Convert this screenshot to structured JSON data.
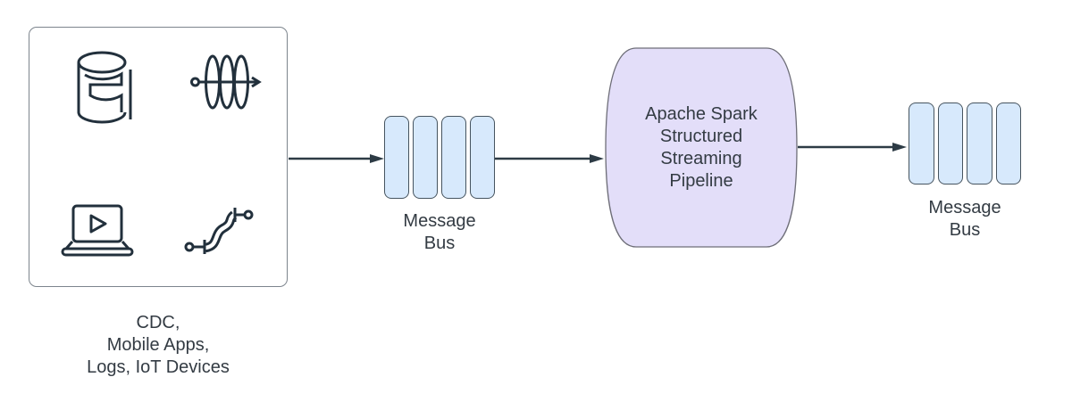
{
  "colors": {
    "canvas_bg": "#ffffff",
    "box_border": "#7d858d",
    "icon_stroke": "#22303c",
    "bus_fill": "#d7e9fc",
    "bus_border": "#46545f",
    "spark_fill": "#e3def9",
    "spark_border": "#6e6e78",
    "arrow": "#2d3b45",
    "text": "#333b43"
  },
  "source_group": {
    "caption_lines": [
      "CDC,",
      "Mobile Apps,",
      "Logs, IoT Devices"
    ],
    "icons": [
      "database-icon",
      "data-stream-icon",
      "laptop-play-icon",
      "data-pipeline-icon"
    ]
  },
  "message_bus_in": {
    "label_lines": [
      "Message",
      "Bus"
    ],
    "partitions": 4
  },
  "spark_pipeline": {
    "label_lines": [
      "Apache Spark",
      "Structured",
      "Streaming",
      "Pipeline"
    ]
  },
  "message_bus_out": {
    "label_lines": [
      "Message",
      "Bus"
    ],
    "partitions": 4
  }
}
